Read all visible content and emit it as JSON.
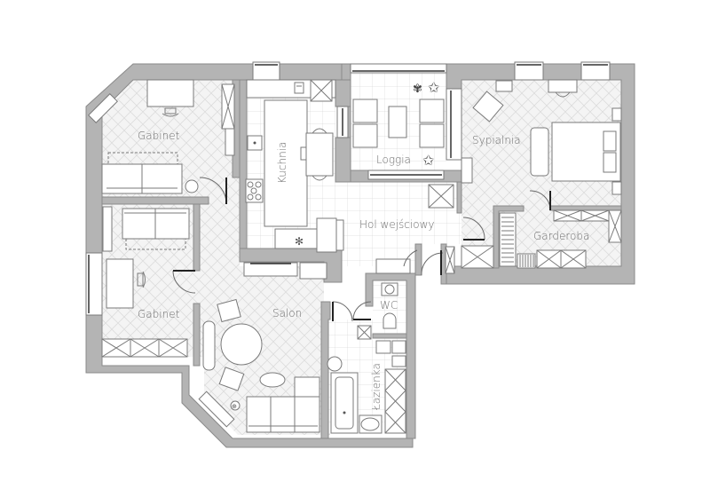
{
  "plan": {
    "type": "apartment floor plan",
    "colors": {
      "wall": "#b4b4b4",
      "wall_stroke": "#8a8a8a",
      "floor_herringbone": "#f1f1f1",
      "floor_tile": "#ffffff",
      "tile_grid": "#d6d6d6",
      "furniture_stroke": "#7a7a7a",
      "label": "#6f6f6f"
    },
    "rooms": [
      {
        "id": "gabinet-1",
        "label": "Gabinet",
        "floor": "herringbone"
      },
      {
        "id": "kuchnia",
        "label": "Kuchnia",
        "floor": "tile",
        "label_rotation": -90
      },
      {
        "id": "loggia",
        "label": "Loggia",
        "floor": "tile"
      },
      {
        "id": "sypialnia",
        "label": "Sypialnia",
        "floor": "herringbone"
      },
      {
        "id": "hol",
        "label": "Hol wejściowy",
        "floor": "tile"
      },
      {
        "id": "garderoba",
        "label": "Garderoba",
        "floor": "herringbone"
      },
      {
        "id": "gabinet-2",
        "label": "Gabinet",
        "floor": "herringbone"
      },
      {
        "id": "salon",
        "label": "Salon",
        "floor": "herringbone"
      },
      {
        "id": "wc",
        "label": "WC",
        "floor": "tile"
      },
      {
        "id": "lazienka",
        "label": "Łazienka",
        "floor": "tile",
        "label_rotation": -90
      }
    ]
  }
}
